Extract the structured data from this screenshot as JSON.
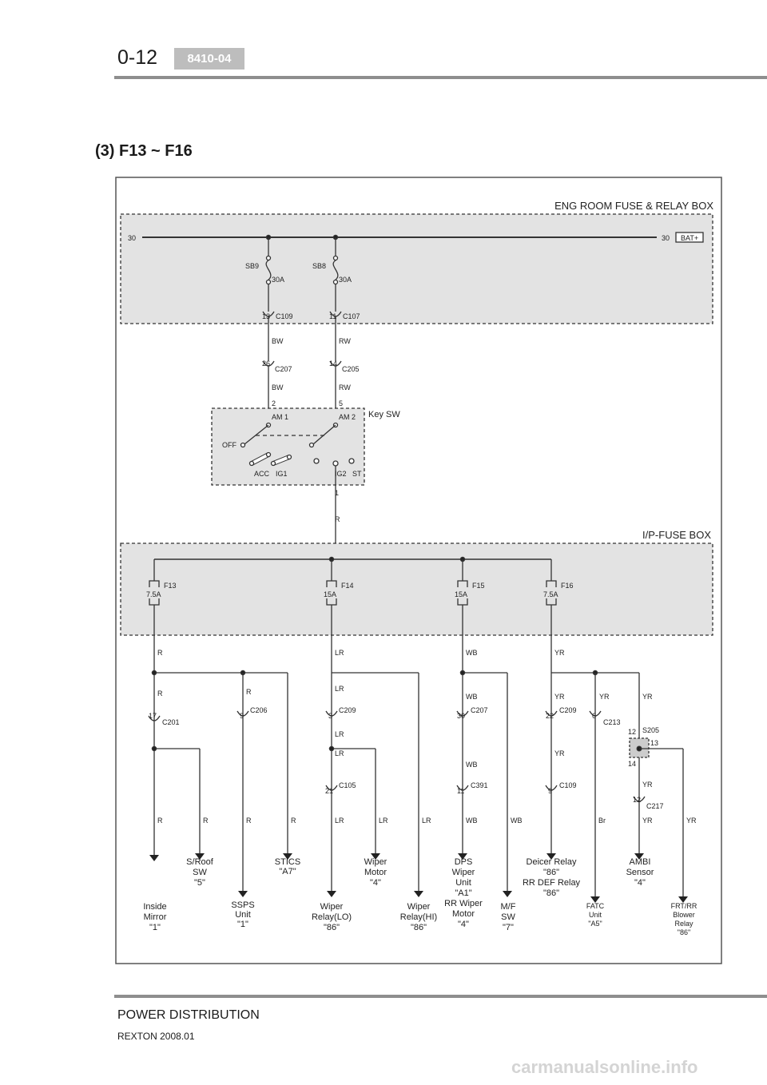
{
  "header": {
    "page_number": "0-12",
    "code": "8410-04"
  },
  "section_title": "(3) F13 ~ F16",
  "boxes": {
    "eng_room": "ENG ROOM FUSE & RELAY BOX",
    "ip_fuse": "I/P-FUSE BOX",
    "key_sw": "Key SW"
  },
  "bus": {
    "left": "30",
    "right": "30",
    "battery": "BAT+"
  },
  "fuse_links": [
    {
      "name": "SB9",
      "rating": "30A",
      "pin": "13",
      "connector": "C109",
      "wire": "BW"
    },
    {
      "name": "SB8",
      "rating": "30A",
      "pin": "11",
      "connector": "C107",
      "wire": "RW"
    }
  ],
  "key_switch": {
    "c207_pin": "26",
    "c207": "C207",
    "c205_pin": "14",
    "c205": "C205",
    "wire_bw": "BW",
    "wire_rw": "RW",
    "pin_am1": "2",
    "pin_am2": "5",
    "am1": "AM 1",
    "am2": "AM 2",
    "off": "OFF",
    "acc": "ACC",
    "ig1": "IG1",
    "ig2": "IG2",
    "st": "ST",
    "out_pin": "1",
    "out_wire": "R"
  },
  "fuses": [
    {
      "name": "F13",
      "rating": "7.5A"
    },
    {
      "name": "F14",
      "rating": "15A"
    },
    {
      "name": "F15",
      "rating": "15A"
    },
    {
      "name": "F16",
      "rating": "7.5A"
    }
  ],
  "wires": {
    "R": "R",
    "LR": "LR",
    "WB": "WB",
    "YR": "YR",
    "Br": "Br"
  },
  "connectors": [
    {
      "pin": "17",
      "name": "C201"
    },
    {
      "pin": "9",
      "name": "C206"
    },
    {
      "pin": "3",
      "name": "C209"
    },
    {
      "pin": "30",
      "name": "C207"
    },
    {
      "pin": "22",
      "name": "C209"
    },
    {
      "pin": "6",
      "name": "C213"
    },
    {
      "pin": "21",
      "name": "C105"
    },
    {
      "pin": "11",
      "name": "C391"
    },
    {
      "pin": "9",
      "name": "C109"
    },
    {
      "pin": "12",
      "name": "C217"
    }
  ],
  "splice": {
    "name": "S205",
    "pin_in": "12",
    "pin_out": "13",
    "pin_down": "14"
  },
  "loads": [
    {
      "id": "inside-mirror",
      "lines": [
        "Inside",
        "Mirror",
        "\"1\""
      ]
    },
    {
      "id": "sroof-sw",
      "lines": [
        "S/Roof",
        "SW",
        "\"5\""
      ]
    },
    {
      "id": "ssps-unit",
      "lines": [
        "SSPS",
        "Unit",
        "\"1\""
      ]
    },
    {
      "id": "stics",
      "lines": [
        "STICS",
        "\"A7\""
      ]
    },
    {
      "id": "wiper-relay-lo",
      "lines": [
        "Wiper",
        "Relay(LO)",
        "\"86\""
      ]
    },
    {
      "id": "wiper-motor",
      "lines": [
        "Wiper",
        "Motor",
        "\"4\""
      ]
    },
    {
      "id": "wiper-relay-hi",
      "lines": [
        "Wiper",
        "Relay(HI)",
        "\"86\""
      ]
    },
    {
      "id": "dps-wiper-unit",
      "lines": [
        "DPS",
        "Wiper",
        "Unit",
        "\"A1\"",
        "RR Wiper",
        "Motor",
        "\"4\""
      ]
    },
    {
      "id": "mf-sw",
      "lines": [
        "M/F",
        "SW",
        "\"7\""
      ]
    },
    {
      "id": "deicer-relay",
      "lines": [
        "Deicer Relay",
        "\"86\"",
        "RR DEF Relay",
        "\"86\""
      ]
    },
    {
      "id": "fatc-unit",
      "lines": [
        "FATC",
        "Unit",
        "\"A5\""
      ]
    },
    {
      "id": "ambi-sensor",
      "lines": [
        "AMBI",
        "Sensor",
        "\"4\""
      ]
    },
    {
      "id": "frt-rr-blower-relay",
      "lines": [
        "FRT/RR",
        "Blower",
        "Relay",
        "\"86\""
      ]
    }
  ],
  "footer": {
    "title": "POWER DISTRIBUTION",
    "model": "REXTON 2008.01"
  },
  "watermark": "carmanualsonline.info",
  "colors": {
    "box_fill": "#e3e3e3",
    "rule": "#8e8e8e",
    "badge": "#bdbdbd",
    "line": "#333333"
  }
}
